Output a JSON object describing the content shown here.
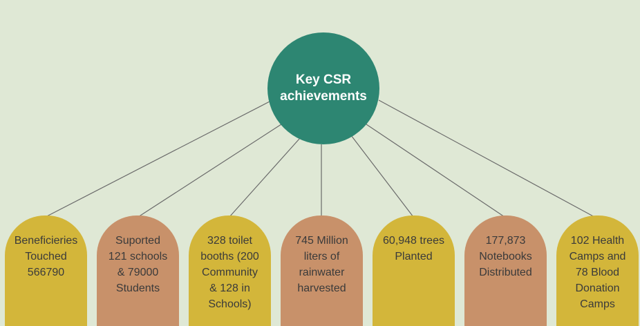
{
  "hub": {
    "title": "Key CSR\nachievements",
    "color": "#2d8672"
  },
  "colors": {
    "background": "#dfe8d5",
    "yellow": "#d3b63a",
    "brown": "#c8916a",
    "line": "#6a6a6a"
  },
  "achievements": [
    {
      "text": "Beneficieries\nTouched\n566790",
      "color": "#d3b63a"
    },
    {
      "text": "Suported\n121 schools\n& 79000\nStudents",
      "color": "#c8916a"
    },
    {
      "text": "328 toilet\nbooths (200\nCommunity\n& 128 in\nSchools)",
      "color": "#d3b63a"
    },
    {
      "text": "745 Million\nliters of\nrainwater\nharvested",
      "color": "#c8916a"
    },
    {
      "text": "60,948 trees\nPlanted",
      "color": "#d3b63a"
    },
    {
      "text": "177,873\nNotebooks\nDistributed",
      "color": "#c8916a"
    },
    {
      "text": "102 Health\nCamps and\n78 Blood\nDonation\nCamps",
      "color": "#d3b63a"
    }
  ]
}
